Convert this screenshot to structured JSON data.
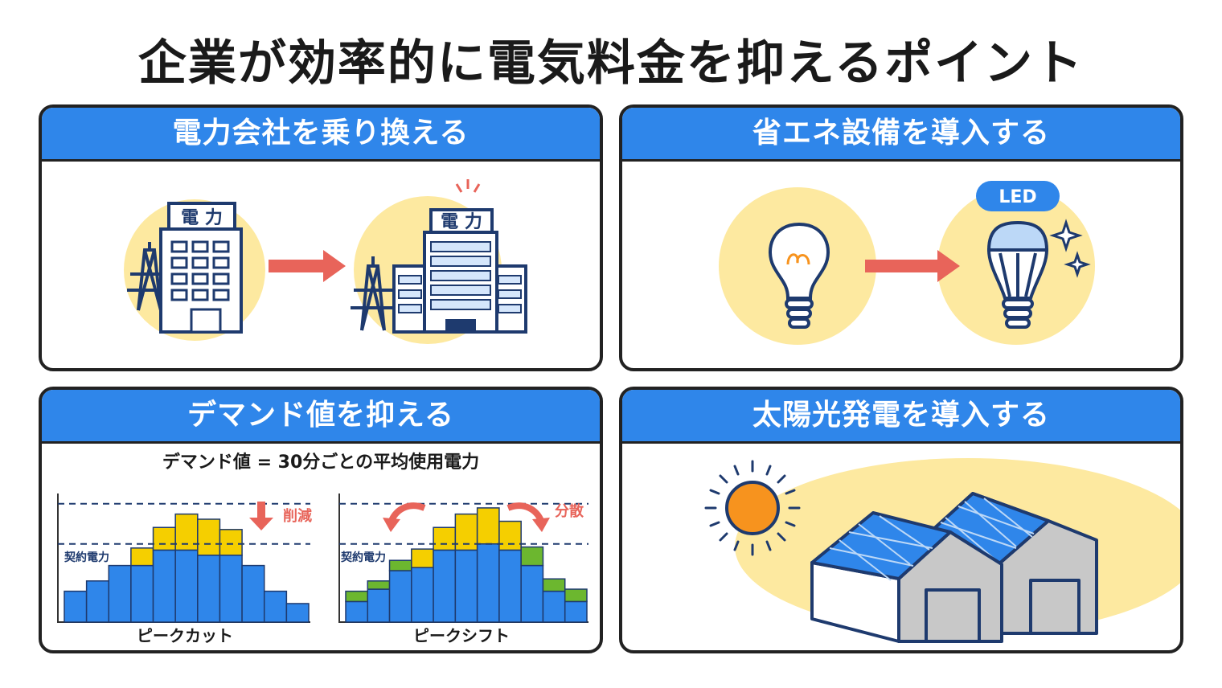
{
  "title": "企業が効率的に電気料金を抑えるポイント",
  "panels": {
    "switch": {
      "title": "電力会社を乗り換える",
      "building_sign": "電 力",
      "building_sign_2": "電 力"
    },
    "energy_saving": {
      "title": "省エネ設備を導入する",
      "led_badge": "LED"
    },
    "demand": {
      "title": "デマンド値を抑える",
      "definition": "デマンド値 = 30分ごとの平均使用電力",
      "contract_label_left": "契約電力",
      "contract_label_right": "契約電力",
      "reduce_label": "削減",
      "shift_label": "分散",
      "left_caption": "ピークカット",
      "right_caption": "ピークシフト"
    },
    "solar": {
      "title": "太陽光発電を導入する"
    }
  },
  "colors": {
    "header_blue": "#2f86ea",
    "accent_yellow": "#fde9a0",
    "arrow_red": "#e8645a",
    "bar_blue": "#2f86ea",
    "bar_yellow": "#f5cf00",
    "bar_green": "#6cb72f",
    "sun_orange": "#f7931e",
    "navy": "#1e3a6e"
  },
  "chart_data": [
    {
      "type": "bar",
      "caption": "ピークカット",
      "annotation": "削減",
      "threshold_label": "契約電力",
      "series": [
        {
          "values": [
            3,
            4,
            5.5,
            5.5,
            7,
            7,
            6.5,
            6.5,
            5.5,
            3,
            1.8
          ]
        },
        {
          "values": [
            0,
            0,
            0,
            1.7,
            2.2,
            3.5,
            3.5,
            2.5,
            0,
            0,
            0
          ]
        }
      ],
      "threshold": 7.6,
      "peak_line": 11.5
    },
    {
      "type": "bar",
      "caption": "ピークシフト",
      "annotation": "分散",
      "threshold_label": "契約電力",
      "series": [
        {
          "values": [
            2,
            3.2,
            5,
            5.3,
            7,
            7,
            7.6,
            7,
            5.5,
            3,
            2
          ]
        },
        {
          "values": [
            0,
            0,
            0,
            1.8,
            2.2,
            3.5,
            3.5,
            2.8,
            0,
            0,
            0
          ]
        },
        {
          "values": [
            1,
            0.8,
            1,
            0,
            0,
            0,
            0,
            0,
            1.8,
            1.2,
            1.2
          ]
        }
      ],
      "threshold": 7.6,
      "peak_line": 11.5
    }
  ]
}
